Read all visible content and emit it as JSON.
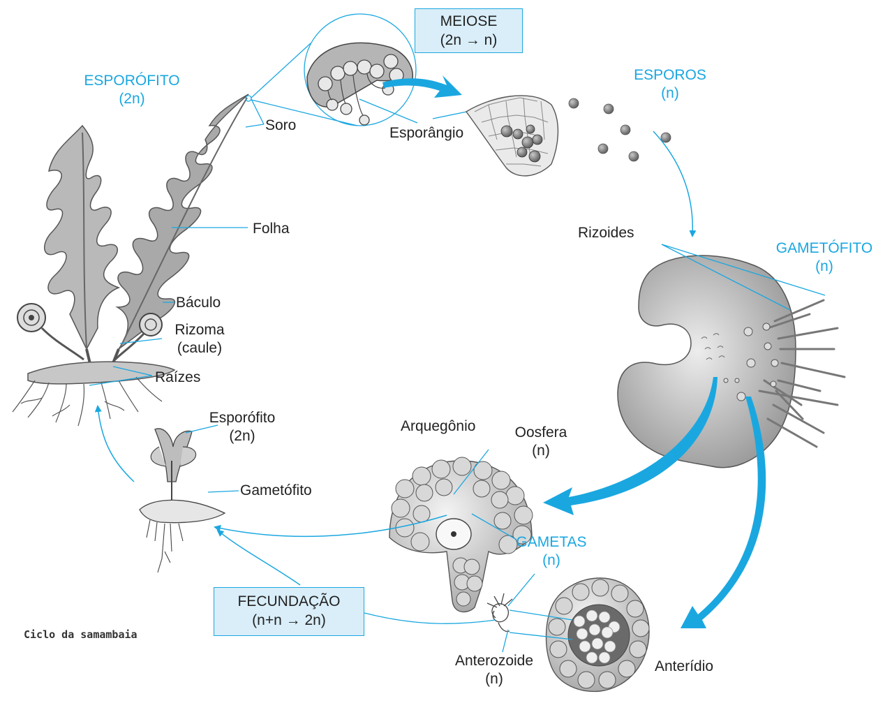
{
  "colors": {
    "accent": "#1aa7e0",
    "box_fill": "#d9eef9",
    "ink": "#222222",
    "plant_gray": "#8c8c8c"
  },
  "caption": "Ciclo da samambaia",
  "labels": {
    "esporofito_title": "ESPORÓFITO",
    "esporofito_ploidy": "(2n)",
    "meiose_title": "MEIOSE",
    "meiose_formula": "(2n → n)",
    "esporos_title": "ESPOROS",
    "esporos_ploidy": "(n)",
    "soro": "Soro",
    "esporangio": "Esporângio",
    "folha": "Folha",
    "baculo": "Báculo",
    "rizoma": "Rizoma",
    "rizoma_sub": "(caule)",
    "raizes": "Raízes",
    "rizoides": "Rizoides",
    "gametofito_title": "GAMETÓFITO",
    "gametofito_ploidy": "(n)",
    "arquegonio": "Arquegônio",
    "oosfera": "Oosfera",
    "oosfera_ploidy": "(n)",
    "gametas_title": "GAMETAS",
    "gametas_ploidy": "(n)",
    "young_esporofito": "Esporófito",
    "young_esporofito_ploidy": "(2n)",
    "young_gametofito": "Gametófito",
    "fecundacao_title": "FECUNDAÇÃO",
    "fecundacao_formula": "(n+n → 2n)",
    "anterozoide": "Anterozoide",
    "anterozoide_ploidy": "(n)",
    "anteridio": "Anterídio"
  }
}
